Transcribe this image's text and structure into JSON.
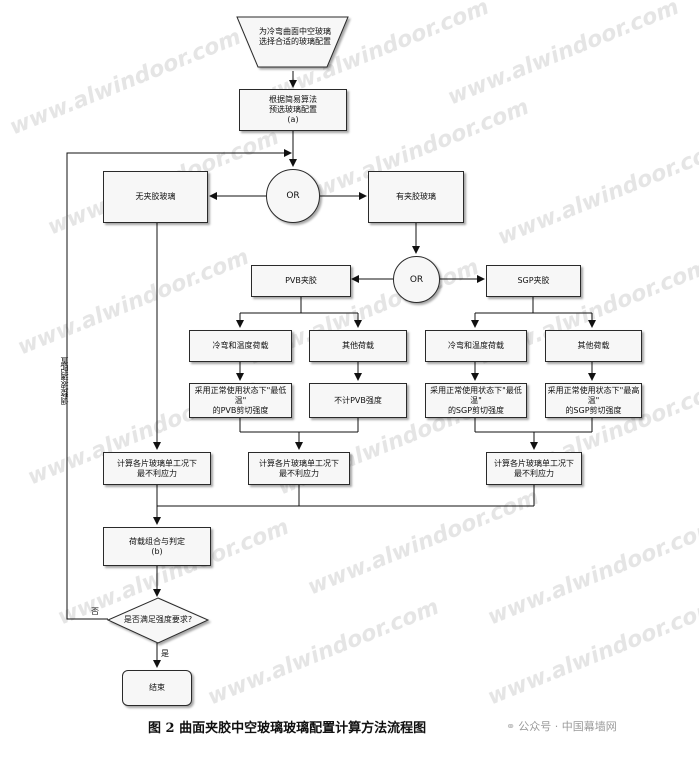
{
  "diagram": {
    "nodes": {
      "start": "为冷弯曲面中空玻璃\n选择合适的玻璃配置",
      "preselect": "根据简易算法\n预选玻璃配置\n(a)",
      "or1": "OR",
      "no_interlayer": "无夹胶玻璃",
      "laminated": "有夹胶玻璃",
      "or2": "OR",
      "pvb": "PVB夹胶",
      "sgp": "SGP夹胶",
      "pvb_cold_temp": "冷弯和温度荷载",
      "pvb_other": "其他荷载",
      "sgp_cold_temp": "冷弯和温度荷载",
      "sgp_other": "其他荷载",
      "pvb_shear_min": "采用正常使用状态下\"最低温\"\n的PVB剪切强度",
      "pvb_no_shear": "不计PVB强度",
      "sgp_shear_min": "采用正常使用状态下\"最低温\"\n的SGP剪切强度",
      "sgp_shear_max": "采用正常使用状态下\"最高温\"\n的SGP剪切强度",
      "calc_no_interlayer": "计算各片玻璃单工况下\n最不利应力",
      "calc_pvb": "计算各片玻璃单工况下\n最不利应力",
      "calc_sgp": "计算各片玻璃单工况下\n最不利应力",
      "combine": "荷载组合与判定\n(b)",
      "decision": "是否满足强度要求?",
      "end": "结束"
    },
    "labels": {
      "no": "否",
      "yes": "是",
      "adjust": "调整玻璃配置"
    }
  },
  "watermark": "www.alwindoor.com",
  "caption": "图 2 曲面夹胶中空玻璃玻璃配置计算方法流程图",
  "source": {
    "icon": "wechat-icon",
    "text": "公众号 · 中国幕墙网"
  }
}
